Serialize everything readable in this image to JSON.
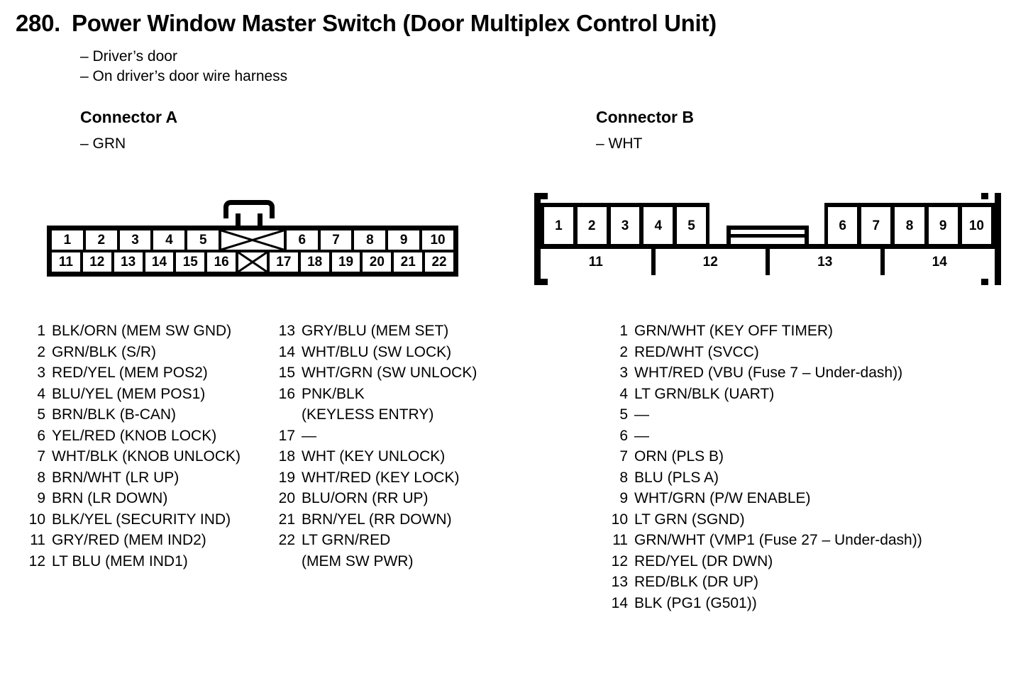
{
  "title": {
    "number": "280.",
    "text": "Power Window Master Switch (Door Multiplex Control Unit)"
  },
  "subtitle": [
    "– Driver’s door",
    "– On driver’s door wire harness"
  ],
  "connectors": {
    "a": {
      "heading": "Connector A",
      "color": "– GRN",
      "top_row": [
        "1",
        "2",
        "3",
        "4",
        "5",
        "",
        "6",
        "7",
        "8",
        "9",
        "10"
      ],
      "bottom_row": [
        "11",
        "12",
        "13",
        "14",
        "15",
        "16",
        "",
        "17",
        "18",
        "19",
        "20",
        "21",
        "22"
      ],
      "pins_col1": [
        {
          "num": "1",
          "desc": "BLK/ORN (MEM SW GND)"
        },
        {
          "num": "2",
          "desc": "GRN/BLK (S/R)"
        },
        {
          "num": "3",
          "desc": "RED/YEL (MEM POS2)"
        },
        {
          "num": "4",
          "desc": "BLU/YEL (MEM POS1)"
        },
        {
          "num": "5",
          "desc": "BRN/BLK (B-CAN)"
        },
        {
          "num": "6",
          "desc": "YEL/RED (KNOB LOCK)"
        },
        {
          "num": "7",
          "desc": "WHT/BLK (KNOB UNLOCK)"
        },
        {
          "num": "8",
          "desc": "BRN/WHT (LR UP)"
        },
        {
          "num": "9",
          "desc": "BRN (LR DOWN)"
        },
        {
          "num": "10",
          "desc": "BLK/YEL (SECURITY IND)"
        },
        {
          "num": "11",
          "desc": "GRY/RED (MEM IND2)"
        },
        {
          "num": "12",
          "desc": "LT BLU (MEM IND1)"
        }
      ],
      "pins_col2": [
        {
          "num": "13",
          "desc": "GRY/BLU (MEM SET)"
        },
        {
          "num": "14",
          "desc": "WHT/BLU (SW LOCK)"
        },
        {
          "num": "15",
          "desc": "WHT/GRN (SW UNLOCK)"
        },
        {
          "num": "16",
          "desc": "PNK/BLK",
          "cont": "(KEYLESS ENTRY)"
        },
        {
          "num": "17",
          "desc": "—"
        },
        {
          "num": "18",
          "desc": "WHT (KEY UNLOCK)"
        },
        {
          "num": "19",
          "desc": "WHT/RED (KEY LOCK)"
        },
        {
          "num": "20",
          "desc": "BLU/ORN (RR UP)"
        },
        {
          "num": "21",
          "desc": "BRN/YEL (RR DOWN)"
        },
        {
          "num": "22",
          "desc": "LT GRN/RED",
          "cont": "(MEM SW PWR)"
        }
      ]
    },
    "b": {
      "heading": "Connector B",
      "color": "– WHT",
      "top_row_left": [
        "1",
        "2",
        "3",
        "4",
        "5"
      ],
      "top_row_right": [
        "6",
        "7",
        "8",
        "9",
        "10"
      ],
      "bottom_row": [
        "11",
        "12",
        "13",
        "14"
      ],
      "pins": [
        {
          "num": "1",
          "desc": "GRN/WHT (KEY OFF TIMER)"
        },
        {
          "num": "2",
          "desc": "RED/WHT (SVCC)"
        },
        {
          "num": "3",
          "desc": "WHT/RED (VBU (Fuse 7 – Under-dash))"
        },
        {
          "num": "4",
          "desc": "LT GRN/BLK (UART)"
        },
        {
          "num": "5",
          "desc": "—"
        },
        {
          "num": "6",
          "desc": "—"
        },
        {
          "num": "7",
          "desc": "ORN (PLS B)"
        },
        {
          "num": "8",
          "desc": "BLU (PLS A)"
        },
        {
          "num": "9",
          "desc": "WHT/GRN (P/W ENABLE)"
        },
        {
          "num": "10",
          "desc": "LT GRN (SGND)"
        },
        {
          "num": "11",
          "desc": "GRN/WHT (VMP1 (Fuse 27 – Under-dash))"
        },
        {
          "num": "12",
          "desc": "RED/YEL (DR DWN)"
        },
        {
          "num": "13",
          "desc": "RED/BLK (DR UP)"
        },
        {
          "num": "14",
          "desc": "BLK (PG1 (G501))"
        }
      ]
    }
  }
}
